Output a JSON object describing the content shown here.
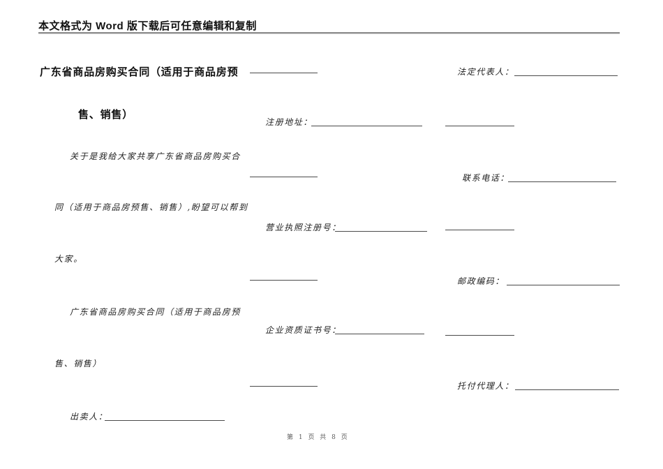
{
  "header": {
    "notice": "本文格式为 Word 版下载后可任意编辑和复制"
  },
  "title": {
    "line1": "广东省商品房购买合同（适用于商品房预",
    "line2": "售、销售）"
  },
  "intro": {
    "line1": "关于是我给大家共享广东省商品房购买合",
    "line2": "同（适用于商品房预售、销售）,盼望可以帮到",
    "line3": "大家。"
  },
  "subtitle": {
    "line1": "广东省商品房购买合同（适用于商品房预",
    "line2": "售、销售）"
  },
  "fields": {
    "seller": {
      "label": "出卖人："
    },
    "registered_address": {
      "label": "注册地址："
    },
    "business_license_no": {
      "label": "营业执照注册号："
    },
    "qualification_cert_no": {
      "label": "企业资质证书号："
    },
    "legal_representative": {
      "label": "法定代表人："
    },
    "contact_phone": {
      "label": "联系电话："
    },
    "postal_code": {
      "label": "邮政编码："
    },
    "entrusted_agent": {
      "label": "托付代理人："
    }
  },
  "footer": {
    "page_text": "第 1 页 共 8 页"
  },
  "colors": {
    "text": "#1a1a1a",
    "header_rule": "#8c8c8c",
    "underline": "#4a4a4a",
    "footer_text": "#5c5c5c"
  }
}
